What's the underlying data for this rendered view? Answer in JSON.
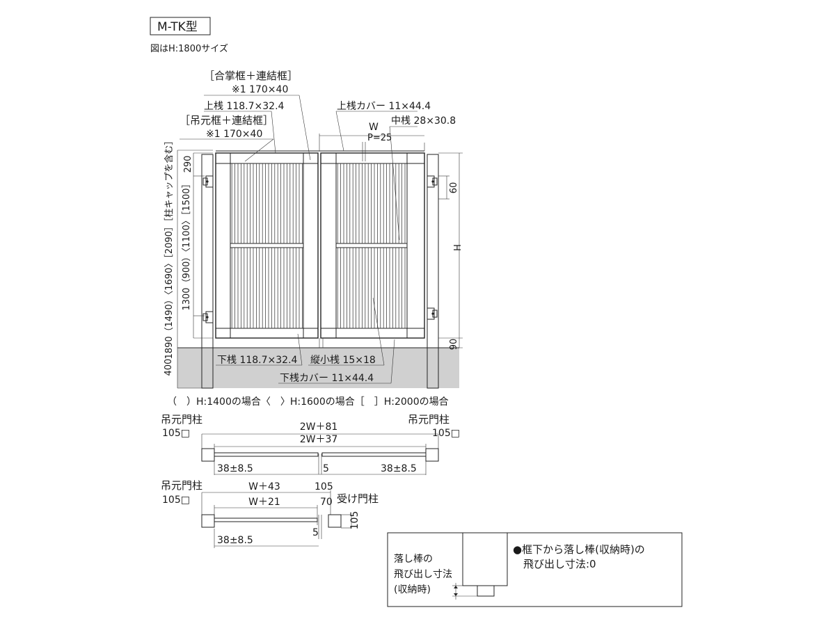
{
  "header": {
    "model": "M-TK型",
    "subtitle": "図はH:1800サイズ"
  },
  "elevation": {
    "labels": {
      "gassho": "［合掌框＋連結框］",
      "gassho_dim": "※1  170×40",
      "top_rail": "上桟  118.7×32.4",
      "tsurimoto": "［吊元框＋連結框］",
      "tsurimoto_dim": "※1  170×40",
      "top_cover": "上桟カバー  11×44.4",
      "w": "W",
      "pitch": "P=25",
      "mid_rail": "中桟  28×30.8",
      "bottom_rail": "下桟  118.7×32.4",
      "vertical_slat": "縦小桟  15×18",
      "bottom_cover": "下桟カバー  11×44.4",
      "h": "H",
      "dim_290": "290",
      "dim_60": "60",
      "dim_90": "90",
      "dim_400": "400",
      "dim_gate": "1300（900）〈1100〉［1500］",
      "dim_post": "1890（1490）〈1690〉［2090］［柱キャップを含む］"
    },
    "note": "（　）H:1400の場合〈　〉H:1600の場合［　］H:2000の場合"
  },
  "plan_double": {
    "post_left": "吊元門柱",
    "post_right": "吊元門柱",
    "size_left": "105□",
    "size_right": "105□",
    "overall": "2W＋81",
    "inner": "2W＋37",
    "offset_left": "38±8.5",
    "offset_right": "38±8.5",
    "gap": "5"
  },
  "plan_single": {
    "post_left": "吊元門柱",
    "size_left": "105□",
    "overall": "W＋43",
    "inner": "W＋21",
    "post_size": "105",
    "dim_70": "70",
    "receiver": "受け門柱",
    "depth": "105",
    "offset": "38±8.5",
    "gap": "5"
  },
  "dropbar": {
    "left_line1": "落し棒の",
    "left_line2": "飛び出し寸法",
    "left_line3": "(収納時)",
    "right_line1": "●框下から落し棒(収納時)の",
    "right_line2": "飛び出し寸法:0"
  }
}
